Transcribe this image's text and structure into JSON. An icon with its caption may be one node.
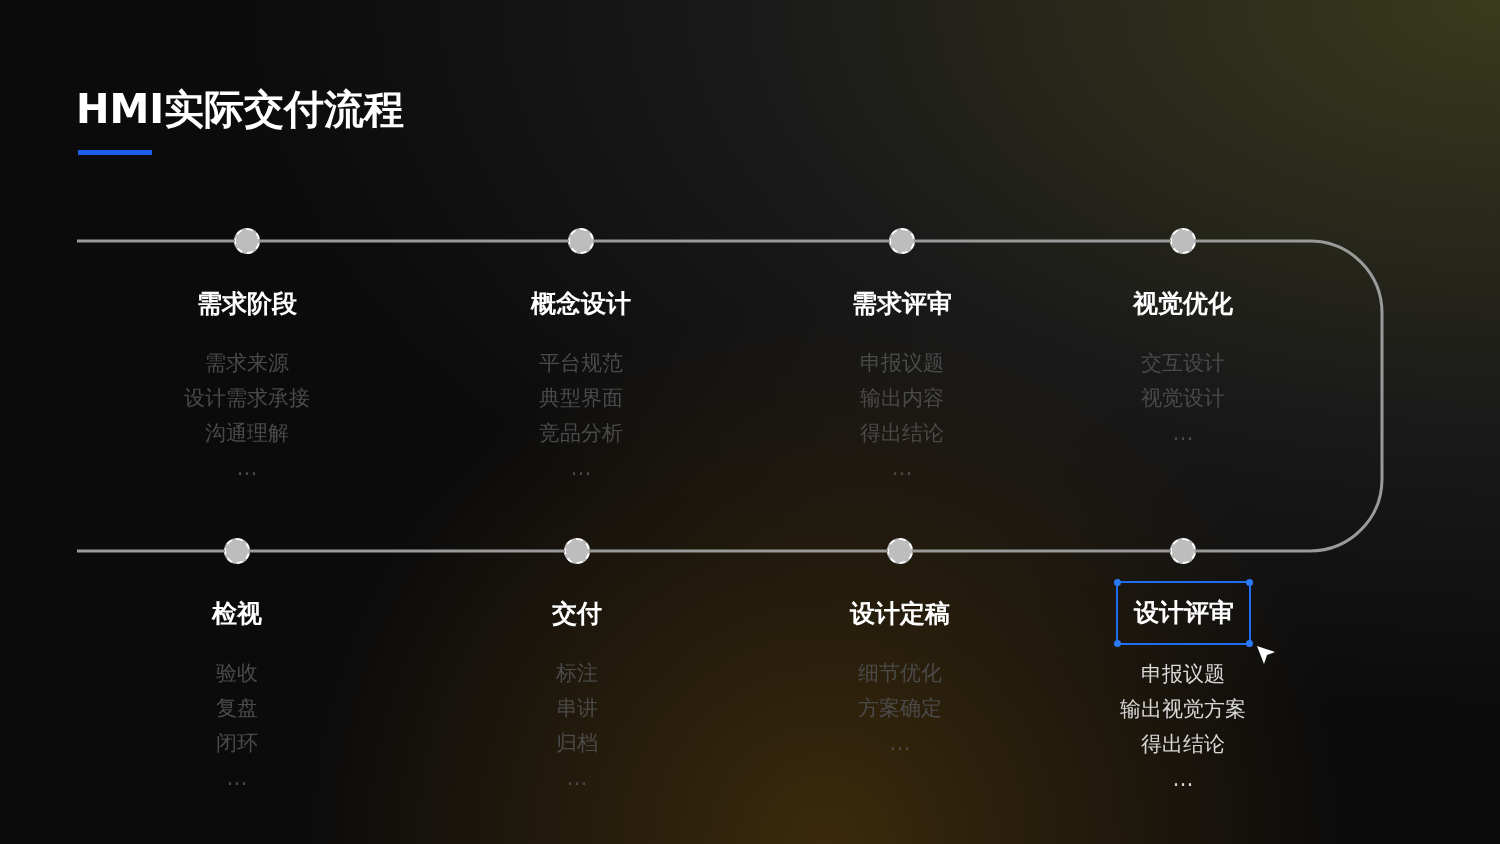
{
  "diagram": {
    "title": "HMI实际交付流程",
    "nodes": [
      {
        "text": [],
        "shape": "circle",
        "beside": [
          "需求阶段",
          "需求来源",
          "设计需求承接",
          "沟通理解",
          "…"
        ]
      },
      {
        "text": [],
        "shape": "circle",
        "beside": [
          "概念设计",
          "平台规范",
          "典型界面",
          "竞品分析",
          "…"
        ]
      },
      {
        "text": [],
        "shape": "circle",
        "beside": [
          "需求评审",
          "申报议题",
          "输出内容",
          "得出结论",
          "…"
        ]
      },
      {
        "text": [],
        "shape": "circle",
        "beside": [
          "视觉优化",
          "交互设计",
          "视觉设计",
          "…"
        ]
      },
      {
        "text": [],
        "shape": "circle",
        "beside": [
          "申报议题",
          "输出视觉方案",
          "得出结论",
          "…"
        ]
      },
      {
        "text": [],
        "shape": "circle",
        "beside": [
          "设计定稿",
          "细节优化",
          "方案确定",
          "…"
        ]
      },
      {
        "text": [],
        "shape": "circle",
        "beside": [
          "交付",
          "标注",
          "串讲",
          "归档",
          "…"
        ]
      },
      {
        "text": [],
        "shape": "circle",
        "beside": [
          "检视",
          "验收",
          "复盘",
          "闭环",
          "…"
        ]
      },
      {
        "text": [
          "设计评审"
        ]
      }
    ],
    "edges": [
      {
        "from": null,
        "to": 0,
        "arrow": "none"
      },
      {
        "from": 0,
        "to": 1,
        "arrow": "none"
      },
      {
        "from": 1,
        "to": 2,
        "arrow": "none"
      },
      {
        "from": 2,
        "to": 3,
        "arrow": "none"
      },
      {
        "from": 3,
        "to": 4,
        "arrow": "none"
      },
      {
        "from": 4,
        "to": 5,
        "arrow": "none"
      },
      {
        "from": 5,
        "to": 6,
        "arrow": "none"
      },
      {
        "from": 6,
        "to": 7,
        "arrow": "none"
      },
      {
        "from": 7,
        "to": null,
        "arrow": "none"
      }
    ]
  }
}
